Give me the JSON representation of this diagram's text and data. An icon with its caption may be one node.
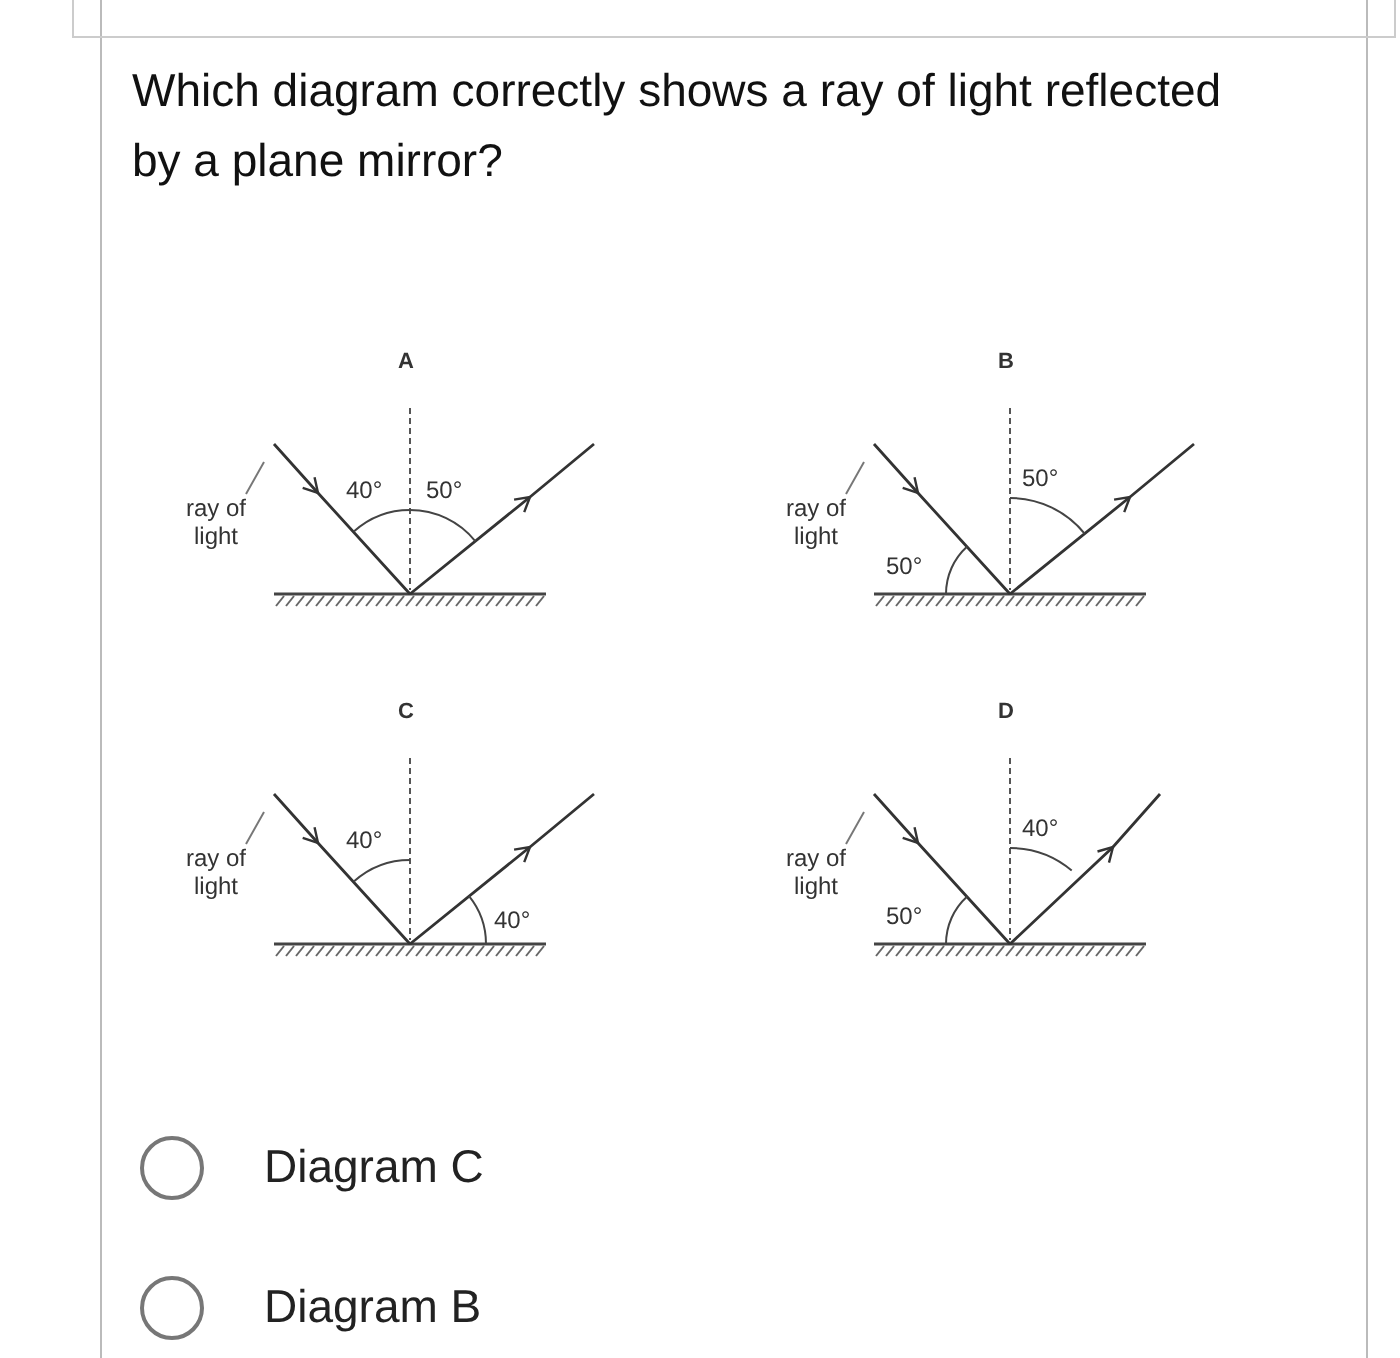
{
  "diagram": {
    "title": "Which diagram correctly shows a ray of light reflected by a plane mirror?",
    "nodes": [
      {
        "text": [
          "ray of light"
        ]
      },
      {
        "text": [
          "ray of light"
        ]
      },
      {
        "text": [
          "ray of light"
        ]
      },
      {
        "text": [
          "ray of light"
        ]
      }
    ],
    "edges": [
      {
        "from": 0,
        "to": null,
        "arrow": "none"
      },
      {
        "from": 1,
        "to": null,
        "arrow": "none"
      },
      {
        "from": 2,
        "to": null,
        "arrow": "none"
      },
      {
        "from": 3,
        "to": null,
        "arrow": "none"
      }
    ],
    "labels": [
      "A",
      "40°",
      "50°",
      "B",
      "50°",
      "50°",
      "C",
      "40°",
      "40°",
      "D",
      "50°",
      "40°",
      "Diagram C",
      "Diagram B"
    ]
  }
}
